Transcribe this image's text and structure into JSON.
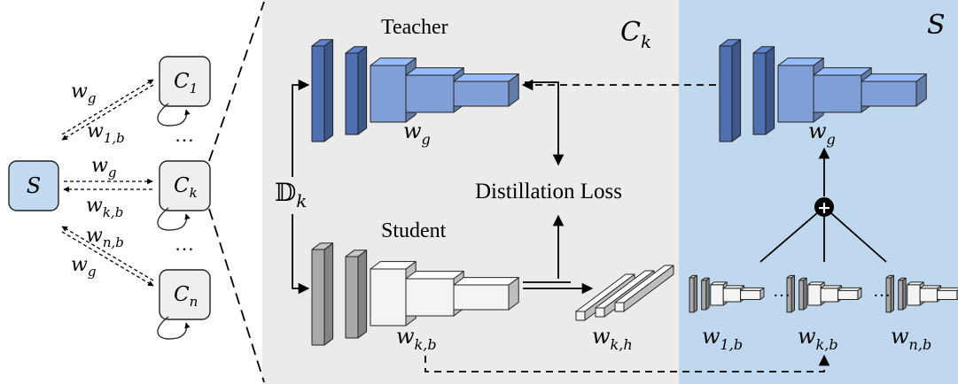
{
  "left": {
    "server_label": "S",
    "client_1": "C",
    "client_1_sub": "1",
    "client_k": "C",
    "client_k_sub": "k",
    "client_n": "C",
    "client_n_sub": "n",
    "ellipsis": "…",
    "w_g": "w",
    "w_g_sub": "g",
    "w_1b": "w",
    "w_1b_sub": "1,b",
    "w_kb": "w",
    "w_kb_sub": "k,b",
    "w_nb": "w",
    "w_nb_sub": "n,b"
  },
  "middle": {
    "panel_label": "C",
    "panel_label_sub": "k",
    "teacher_label": "Teacher",
    "student_label": "Student",
    "loss_label": "Distillation Loss",
    "dataset_label": "𝔻",
    "dataset_sub": "k",
    "teacher_weight": "w",
    "teacher_weight_sub": "g",
    "student_weight": "w",
    "student_weight_sub": "k,b",
    "head_weight": "w",
    "head_weight_sub": "k,h"
  },
  "right": {
    "panel_label": "S",
    "global_weight": "w",
    "global_weight_sub": "g",
    "aggregate_symbol": "+",
    "model_1": "w",
    "model_1_sub": "1,b",
    "model_k": "w",
    "model_k_sub": "k,b",
    "model_n": "w",
    "model_n_sub": "n,b",
    "dots": "…"
  },
  "colors": {
    "middle_panel_bg": "#ebebeb",
    "right_panel_bg": "#c0d8ee",
    "server_box": "#c2daf0",
    "client_box": "#efefef",
    "teacher_front": "#4f6fb0",
    "teacher_light": "#7f9fd6",
    "teacher_top": "#a6bfe8",
    "student_front": "#a9a9a9",
    "student_light": "#f4f4f4"
  }
}
